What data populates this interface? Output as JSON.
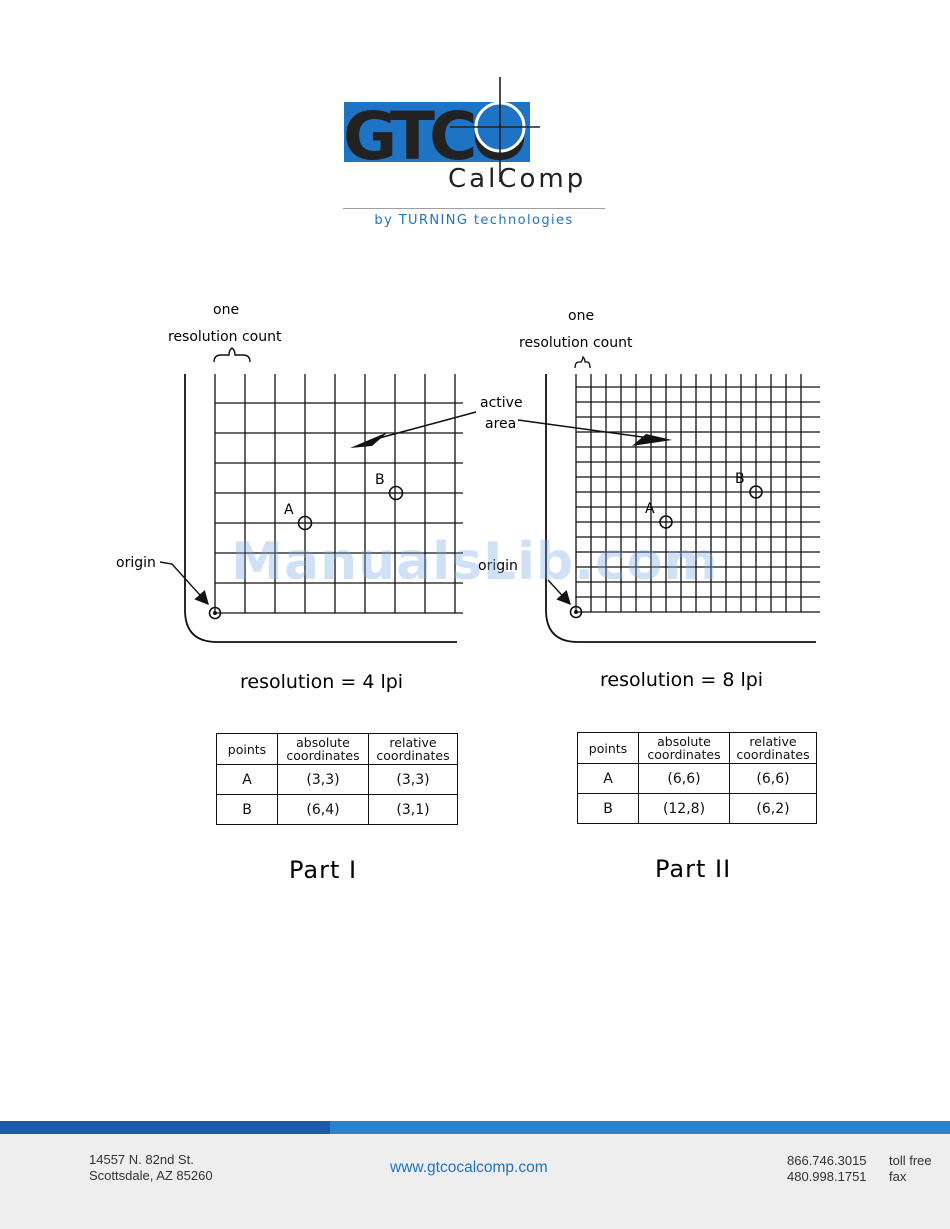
{
  "brand": {
    "logo_text": "GTCO",
    "product": "CalComp",
    "tagline": "by TURNING technologies",
    "colors": {
      "blue": "#1f73c4",
      "dark": "#222222"
    }
  },
  "diagram": {
    "left_labels": {
      "one": "one",
      "resolution_count": "resolution count",
      "origin": "origin"
    },
    "right_labels": {
      "one": "one",
      "resolution_count": "resolution count",
      "origin": "origin"
    },
    "active_area": [
      "active",
      "area"
    ],
    "point_a": "A",
    "point_b": "B",
    "part1_resolution": "resolution = 4 lpi",
    "part2_resolution": "resolution = 8 lpi",
    "part1_title": "Part I",
    "part2_title": "Part II"
  },
  "tables": {
    "headers": {
      "points": "points",
      "absolute": [
        "absolute",
        "coordinates"
      ],
      "relative": [
        "relative",
        "coordinates"
      ]
    },
    "part1": [
      {
        "point": "A",
        "absolute": "(3,3)",
        "relative": "(3,3)"
      },
      {
        "point": "B",
        "absolute": "(6,4)",
        "relative": "(3,1)"
      }
    ],
    "part2": [
      {
        "point": "A",
        "absolute": "(6,6)",
        "relative": "(6,6)"
      },
      {
        "point": "B",
        "absolute": "(12,8)",
        "relative": "(6,2)"
      }
    ]
  },
  "watermark": "ManualsLib.com",
  "footer": {
    "address_line1": "14557 N. 82nd St.",
    "address_line2": "Scottsdale, AZ 85260",
    "website": "www.gtcocalcomp.com",
    "phone": "866.746.3015",
    "phone_label": "toll free",
    "fax": "480.998.1751",
    "fax_label": "fax",
    "colors": {
      "bar_dark": "#1f5aa8",
      "bar_light": "#2a82cc"
    }
  }
}
